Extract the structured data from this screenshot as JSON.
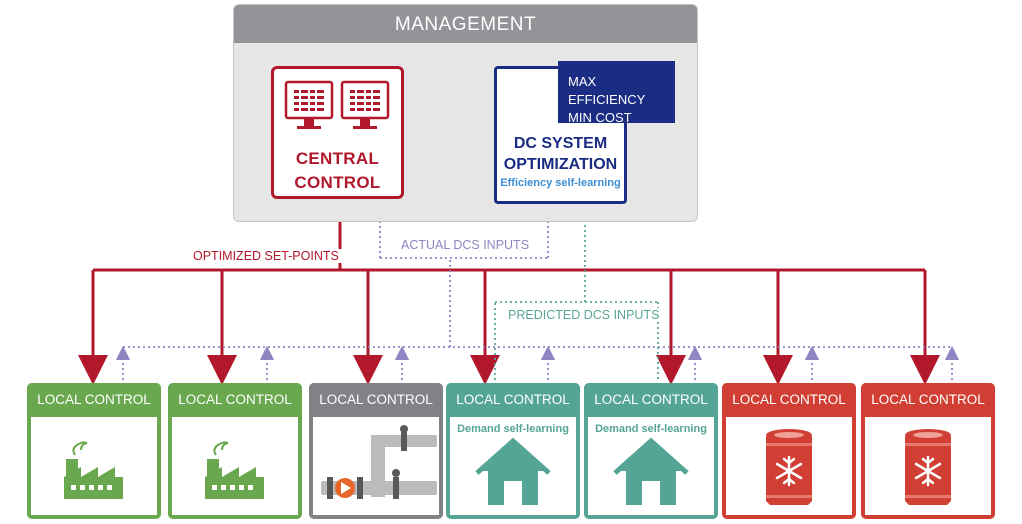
{
  "management": {
    "title": "MANAGEMENT",
    "central_control": {
      "line1": "CENTRAL",
      "line2": "CONTROL"
    },
    "optimization": {
      "line1": "DC SYSTEM",
      "line2": "OPTIMIZATION",
      "subtitle": "Efficiency self-learning",
      "objectives": [
        "MAX EFFICIENCY",
        "MIN COST"
      ]
    }
  },
  "connectors": {
    "setpoints": "OPTIMIZED SET-POINTS",
    "actual_inputs": "ACTUAL DCS INPUTS",
    "predicted_inputs": "PREDICTED DCS INPUTS"
  },
  "local_controls": [
    {
      "title": "LOCAL CONTROL",
      "subtitle": "",
      "icon": "factory-icon",
      "color": "#6aa84f"
    },
    {
      "title": "LOCAL CONTROL",
      "subtitle": "",
      "icon": "factory-icon",
      "color": "#6aa84f"
    },
    {
      "title": "LOCAL CONTROL",
      "subtitle": "",
      "icon": "pipe-valve-icon",
      "color": "#808285"
    },
    {
      "title": "LOCAL CONTROL",
      "subtitle": "Demand self-learning",
      "icon": "house-icon",
      "color": "#55a596"
    },
    {
      "title": "LOCAL CONTROL",
      "subtitle": "Demand self-learning",
      "icon": "house-icon",
      "color": "#55a596"
    },
    {
      "title": "LOCAL CONTROL",
      "subtitle": "",
      "icon": "chiller-tank-icon",
      "color": "#d13f34"
    },
    {
      "title": "LOCAL CONTROL",
      "subtitle": "",
      "icon": "chiller-tank-icon",
      "color": "#d13f34"
    }
  ],
  "colors": {
    "control_red": "#b2182b",
    "optimization_blue": "#1b2d83",
    "actual_inputs": "#8e86c2",
    "predicted_inputs": "#5aa597",
    "factory_green": "#6aa84f",
    "pipe_grey": "#808285",
    "house_teal": "#55a596",
    "tank_red": "#d13f34"
  }
}
